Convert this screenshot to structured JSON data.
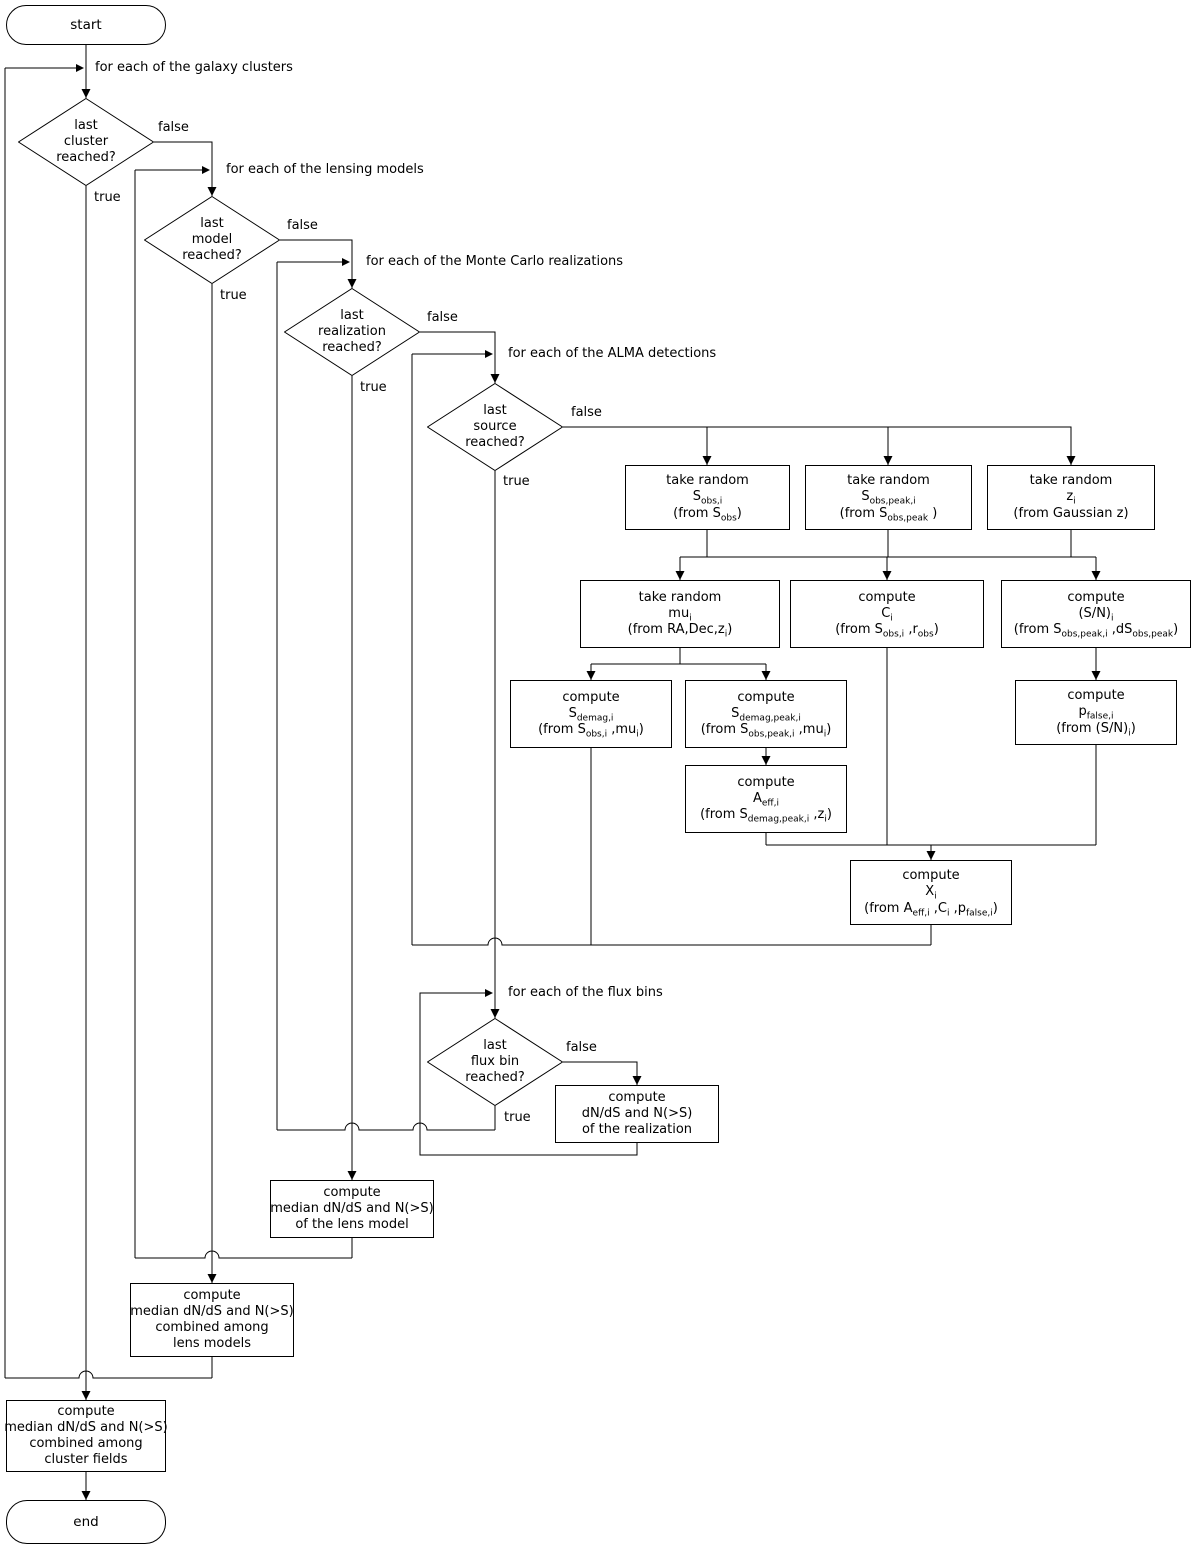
{
  "flowchart": {
    "terminals": {
      "start": "start",
      "end": "end"
    },
    "decisions": {
      "cluster": [
        "last",
        "cluster",
        "reached?"
      ],
      "model": [
        "last",
        "model",
        "reached?"
      ],
      "realization": [
        "last",
        "realization",
        "reached?"
      ],
      "source": [
        "last",
        "source",
        "reached?"
      ],
      "fluxbin": [
        "last",
        "flux bin",
        "reached?"
      ]
    },
    "loop_labels": {
      "clusters": "for each of the galaxy clusters",
      "models": "for each of the lensing models",
      "realizations": "for each of the Monte Carlo realizations",
      "detections": "for each of the ALMA detections",
      "fluxbins": "for each of the flux bins"
    },
    "branch": {
      "false": "false",
      "true": "true"
    },
    "processes": {
      "rand_sobs": [
        "take random",
        "S_{obs,i}",
        "(from S_{obs})"
      ],
      "rand_sobspeak": [
        "take random",
        "S_{obs,peak,i}",
        "(from S_{obs,peak} )"
      ],
      "rand_z": [
        "take random",
        "z_{i}",
        "(from Gaussian z)"
      ],
      "rand_mu": [
        "take random",
        "mu_{i}",
        "(from RA,Dec,z_{i})"
      ],
      "comp_c": [
        "compute",
        "C_{i}",
        "(from S_{obs,i} ,r_{obs})"
      ],
      "comp_sn": [
        "compute",
        "(S/N)_{i}",
        "(from S_{obs,peak,i} ,dS_{obs,peak})"
      ],
      "comp_sdemag": [
        "compute",
        "S_{demag,i}",
        "(from S_{obs,i} ,mu_{i})"
      ],
      "comp_sdemagpeak": [
        "compute",
        "S_{demag,peak,i}",
        "(from S_{obs,peak,i} ,mu_{i})"
      ],
      "comp_pfalse": [
        "compute",
        "p_{false,i}",
        "(from (S/N)_{i})"
      ],
      "comp_aeff": [
        "compute",
        "A_{eff,i}",
        "(from S_{demag,peak,i} ,z_{i})"
      ],
      "comp_x": [
        "compute",
        "X_{i}",
        "(from A_{eff,i} ,C_{i} ,p_{false,i})"
      ],
      "comp_real": [
        "compute",
        "dN/dS and N(>S)",
        "of the realization"
      ],
      "comp_lens": [
        "compute",
        "median dN/dS and N(>S)",
        "of the lens model"
      ],
      "comp_comb_lens": [
        "compute",
        "median dN/dS and N(>S)",
        "combined among",
        "lens models"
      ],
      "comp_comb_cluster": [
        "compute",
        "median dN/dS and N(>S)",
        "combined among",
        "cluster fields"
      ]
    }
  }
}
